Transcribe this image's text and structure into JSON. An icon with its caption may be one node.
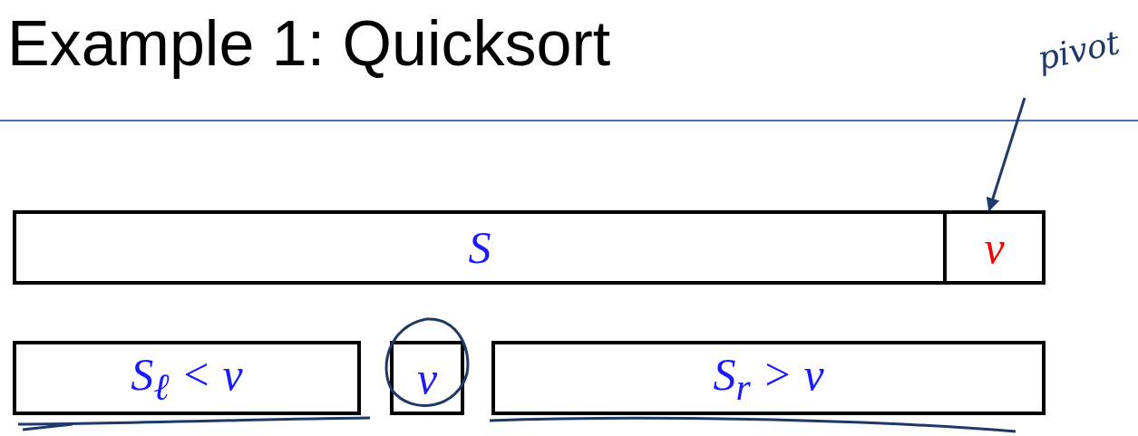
{
  "diagram": {
    "title": "Example 1: Quicksort",
    "nodes": [
      {
        "text": [
          "S"
        ]
      },
      {
        "text": [
          "v"
        ]
      },
      {
        "text": [
          "pivot"
        ]
      },
      {
        "text": [
          "S$_{ℓ}$ < v"
        ]
      },
      {
        "text": [
          "v"
        ]
      },
      {
        "text": [
          "S$_{r}$ > v"
        ]
      }
    ],
    "edges": [
      {
        "from": 2,
        "to": 1,
        "arrow": "to",
        "color": "#1f3a68"
      }
    ]
  }
}
